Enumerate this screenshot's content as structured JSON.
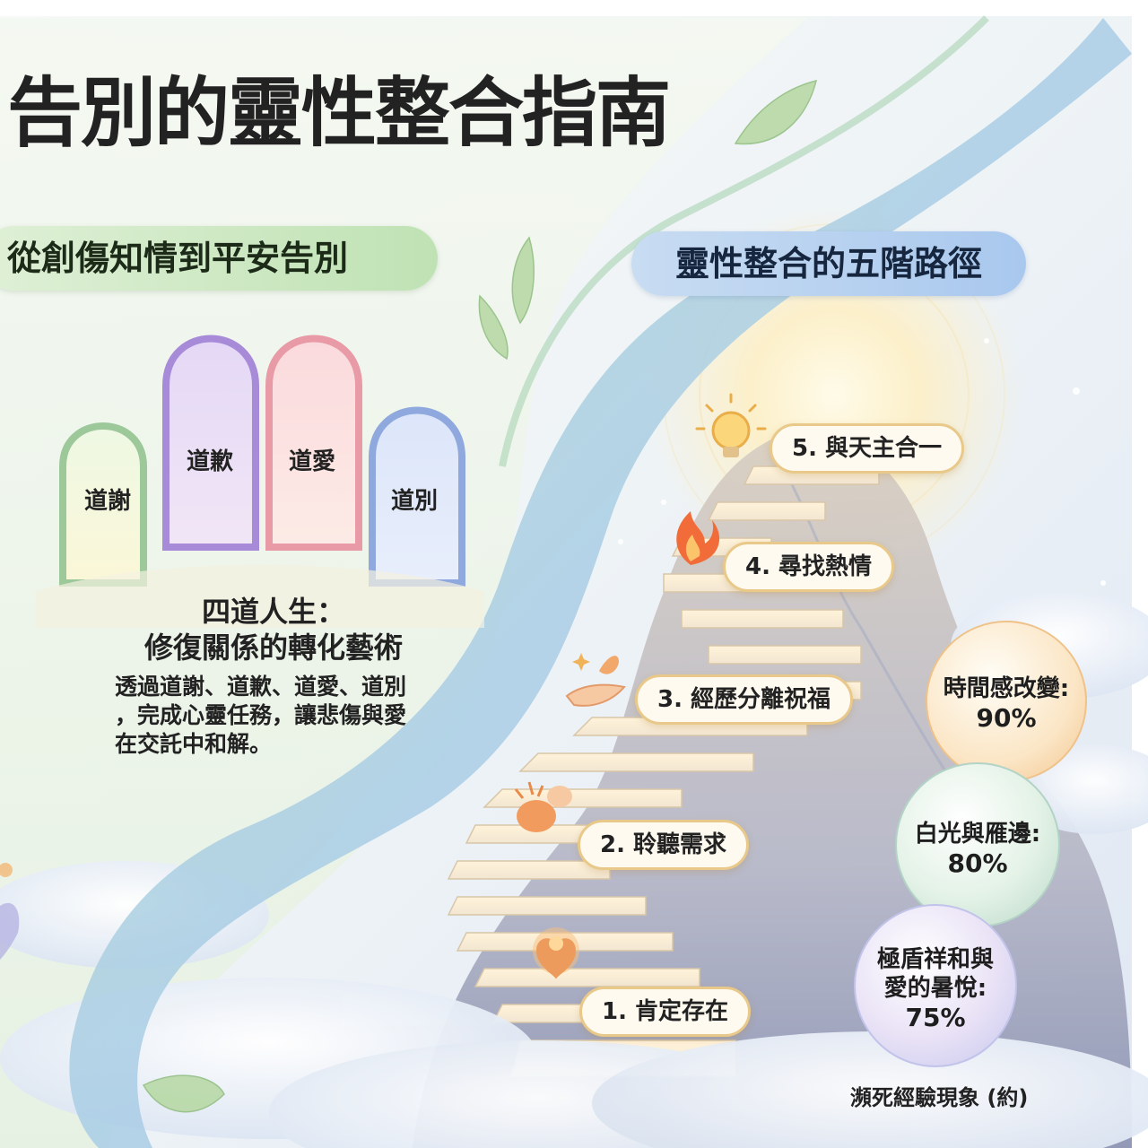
{
  "title": "告別的靈性整合指南",
  "left_section": {
    "heading": "從創傷知情到平安告別",
    "gates": [
      {
        "label": "道謝"
      },
      {
        "label": "道歉"
      },
      {
        "label": "道愛"
      },
      {
        "label": "道別"
      }
    ],
    "subtitle_line1": "四道人生：",
    "subtitle_line2": "修復關係的轉化藝術",
    "body_line1": "透過道謝、道歉、道愛、道別",
    "body_line2": "，完成心靈任務，讓悲傷與愛",
    "body_line3": "在交託中和解。"
  },
  "right_section": {
    "heading": "靈性整合的五階路徑",
    "steps": [
      {
        "label": "1. 肯定存在",
        "icon": "glowing-heart-icon"
      },
      {
        "label": "2. 聆聽需求",
        "icon": "ear-icon"
      },
      {
        "label": "3. 經歷分離祝福",
        "icon": "open-hand-icon"
      },
      {
        "label": "4. 尋找熱情",
        "icon": "flame-icon"
      },
      {
        "label": "5. 與天主合一",
        "icon": "lightbulb-icon"
      }
    ]
  },
  "nde_stats": {
    "items": [
      {
        "label": "時間感改變:",
        "value": "90%",
        "percent": 90
      },
      {
        "label": "白光與雁邊:",
        "value": "80%",
        "percent": 80
      },
      {
        "label_line1": "極盾祥和與",
        "label_line2": "愛的暑悅:",
        "value": "75%",
        "percent": 75
      }
    ],
    "note": "瀕死經驗現象 (約)"
  },
  "colors": {
    "green_pill": "#c8e6bc",
    "blue_pill": "#b3cff0",
    "gate_green": "#9cc89a",
    "gate_purple": "#a78bd8",
    "gate_pink": "#e89aa6",
    "gate_blue": "#8fa8de",
    "step_border": "#e8c98a"
  }
}
